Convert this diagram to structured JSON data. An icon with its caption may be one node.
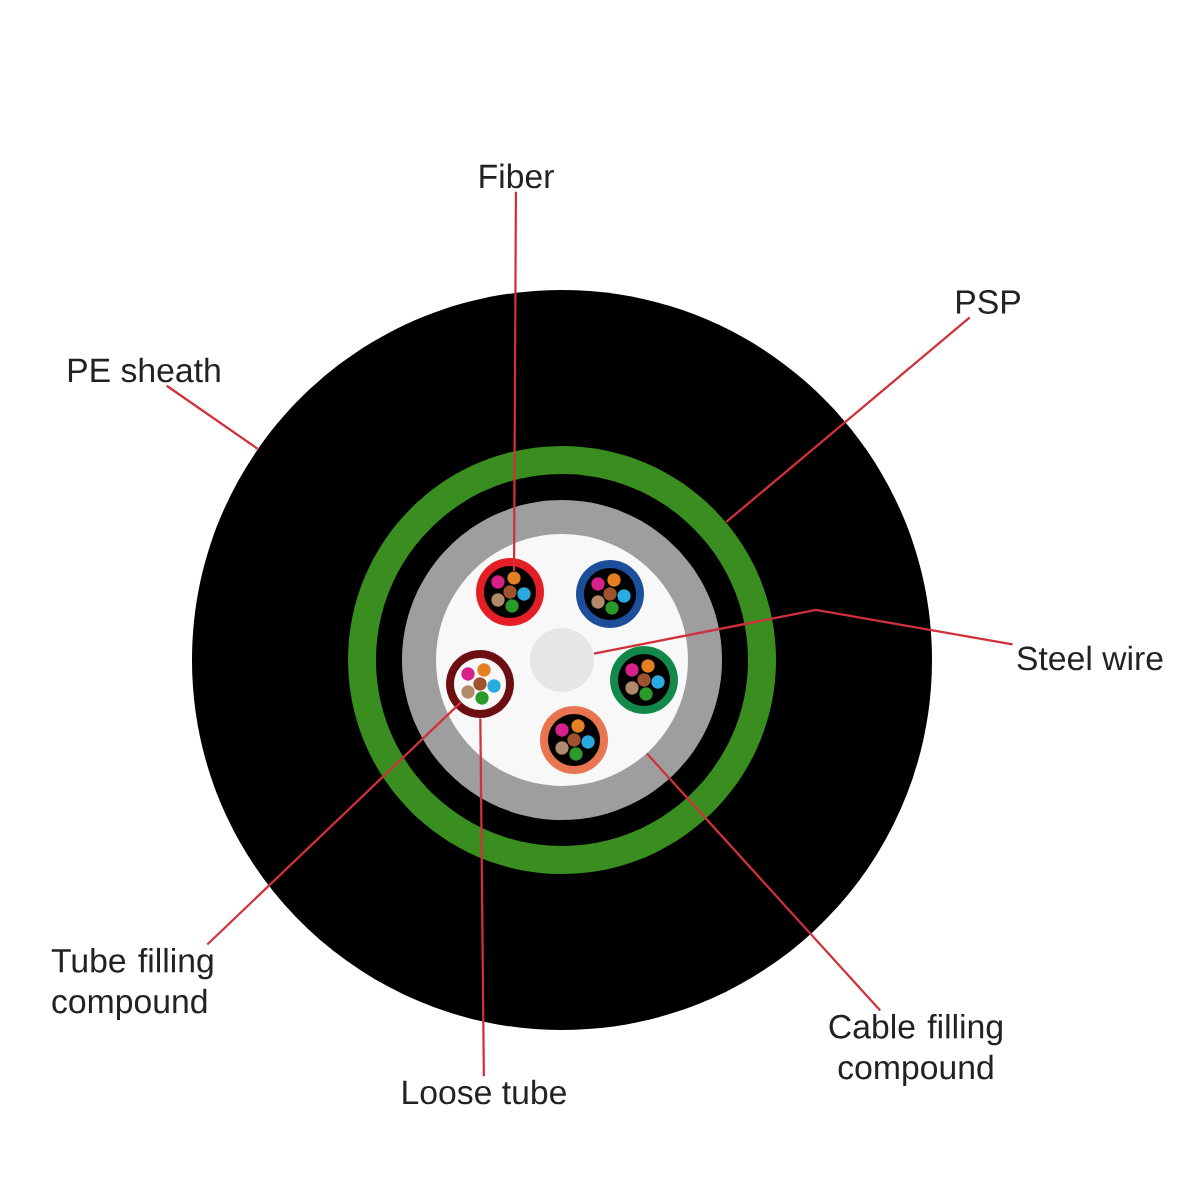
{
  "diagram": {
    "nodes": [
      {
        "text": [
          "Fiber"
        ]
      },
      {
        "text": [
          "PSP"
        ]
      },
      {
        "text": [
          "PE sheath"
        ]
      },
      {
        "text": [
          "Steel wire"
        ]
      },
      {
        "text": [
          "Tube filling compound"
        ]
      },
      {
        "text": [
          "Loose tube"
        ]
      },
      {
        "text": [
          "Cable filling compound"
        ]
      },
      {
        "text": [],
        "shape": "circle"
      },
      {
        "text": [],
        "shape": "circle",
        "in": 7
      },
      {
        "text": [],
        "shape": "circle",
        "in": 8
      },
      {
        "text": [],
        "shape": "circle",
        "in": 9
      },
      {
        "text": [],
        "shape": "circle",
        "in": 9
      },
      {
        "text": [],
        "shape": "circle",
        "in": 11
      },
      {
        "text": [],
        "shape": "circle",
        "in": 9
      }
    ],
    "edges": [
      {
        "from": 0,
        "to": 13,
        "arrow": "none"
      },
      {
        "from": 1,
        "to": 8,
        "arrow": "none"
      },
      {
        "from": 2,
        "to": 7,
        "arrow": "none"
      },
      {
        "from": 3,
        "to": 10,
        "arrow": "none"
      },
      {
        "from": 4,
        "to": 12,
        "arrow": "none"
      },
      {
        "from": 5,
        "to": 11,
        "arrow": "none"
      },
      {
        "from": 6,
        "to": 9,
        "arrow": "none"
      }
    ]
  }
}
